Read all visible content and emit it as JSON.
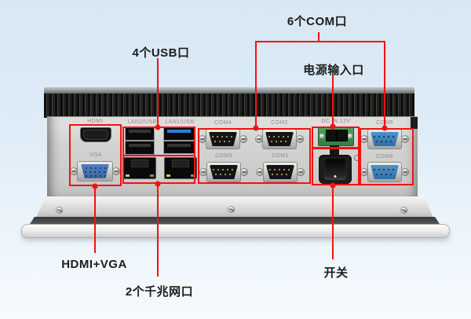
{
  "annotations": {
    "com_ports_label": "6个COM口",
    "usb_ports_label": "4个USB口",
    "power_input_label": "电源输入口",
    "hdmi_vga_label": "HDMI+VGA",
    "lan_ports_label": "2个千兆网口",
    "power_switch_label": "开关",
    "accent_color": "#f31212"
  },
  "device": {
    "port_labels": {
      "hdmi": "HDMI",
      "vga": "VGA",
      "lan2_usb": "LAN2/USB",
      "lan1_usb": "LAN1/USB",
      "com4": "COM4",
      "com3": "COM3",
      "com2": "COM2",
      "com1": "COM1",
      "dc_in": "DC IN  12V",
      "com5": "COM5",
      "com6": "COM6"
    },
    "colors": {
      "usb3_port": "#2f80d2",
      "serial_female_port": "#3f85bb",
      "vga_port": "#4a7fc0",
      "power_terminal": "#3d8f4e",
      "background_top": "#d7e7f4",
      "background_bottom": "#f6fafd"
    }
  }
}
